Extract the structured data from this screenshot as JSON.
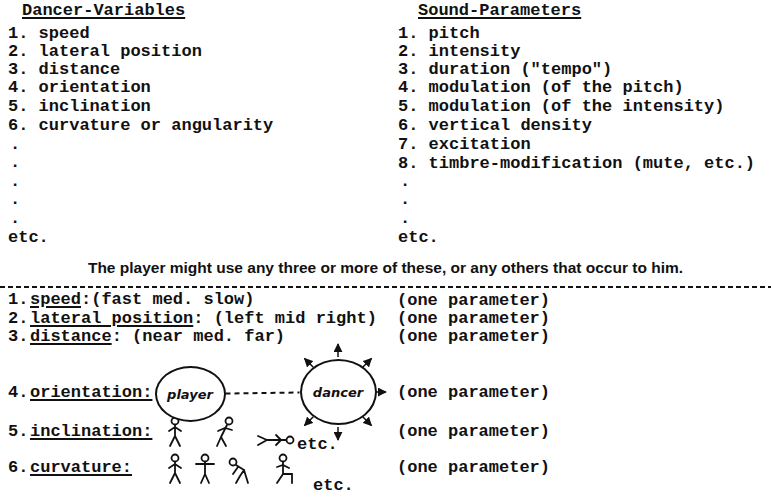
{
  "diagram": {
    "nodes": [
      {
        "text": [
          "player"
        ]
      },
      {
        "text": [
          "dancer"
        ]
      }
    ],
    "edges": [
      {
        "from": 0,
        "to": 1,
        "arrow": "none"
      }
    ],
    "labels": [
      "Dancer-Variables",
      "1. speed",
      "2. lateral position",
      "3. distance",
      "4. orientation",
      "5. inclination",
      "6. curvature or angularity",
      ".",
      ".",
      ".",
      ".",
      ".",
      "etc.",
      "Sound-Parameters",
      "1. pitch",
      "2. intensity",
      "3. duration (\"tempo\")",
      "4. modulation (of the pitch)",
      "5. modulation (of the intensity)",
      "6. vertical density",
      "7. excitation",
      "8. timbre-modification (mute, etc.)",
      ".",
      ".",
      ".",
      "etc.",
      "The player might use any three or more of these, or any others that occur to him.",
      "1.",
      "speed",
      ":(fast med. slow)",
      "(one parameter)",
      "2.",
      "lateral position",
      ": (left mid right)",
      "(one parameter)",
      "3.",
      "distance",
      ": (near med. far)",
      "(one parameter)",
      "4.",
      "orientation:",
      "(one parameter)",
      "5.",
      "inclination:",
      "etc.",
      "(one parameter)",
      "6.",
      "curvature:",
      "etc.",
      "(one parameter)"
    ]
  }
}
